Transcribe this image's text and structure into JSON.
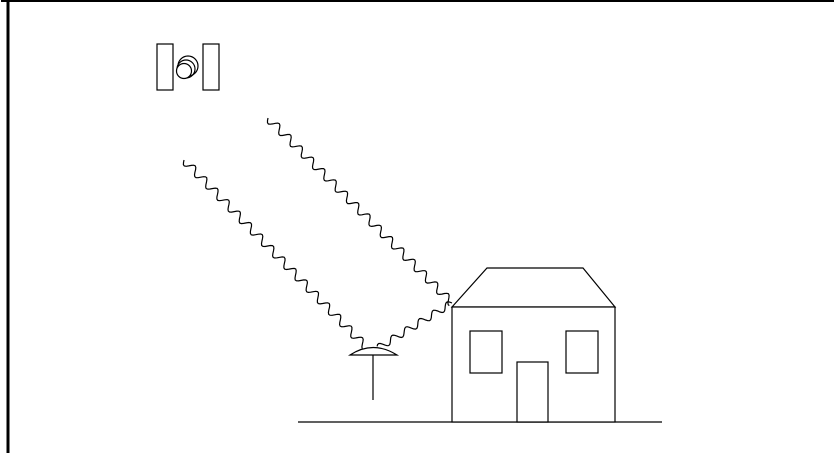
{
  "diagram": {
    "background": "#ffffff",
    "stroke": "#000000",
    "elements": [
      {
        "name": "satellite",
        "icon": "satellite-icon"
      },
      {
        "name": "direct-signal",
        "icon": "wavy-line"
      },
      {
        "name": "reflected-signal",
        "icon": "wavy-line"
      },
      {
        "name": "antenna",
        "icon": "gnss-antenna-icon"
      },
      {
        "name": "house",
        "icon": "house-icon"
      },
      {
        "name": "ground",
        "icon": "ground-line"
      }
    ]
  }
}
